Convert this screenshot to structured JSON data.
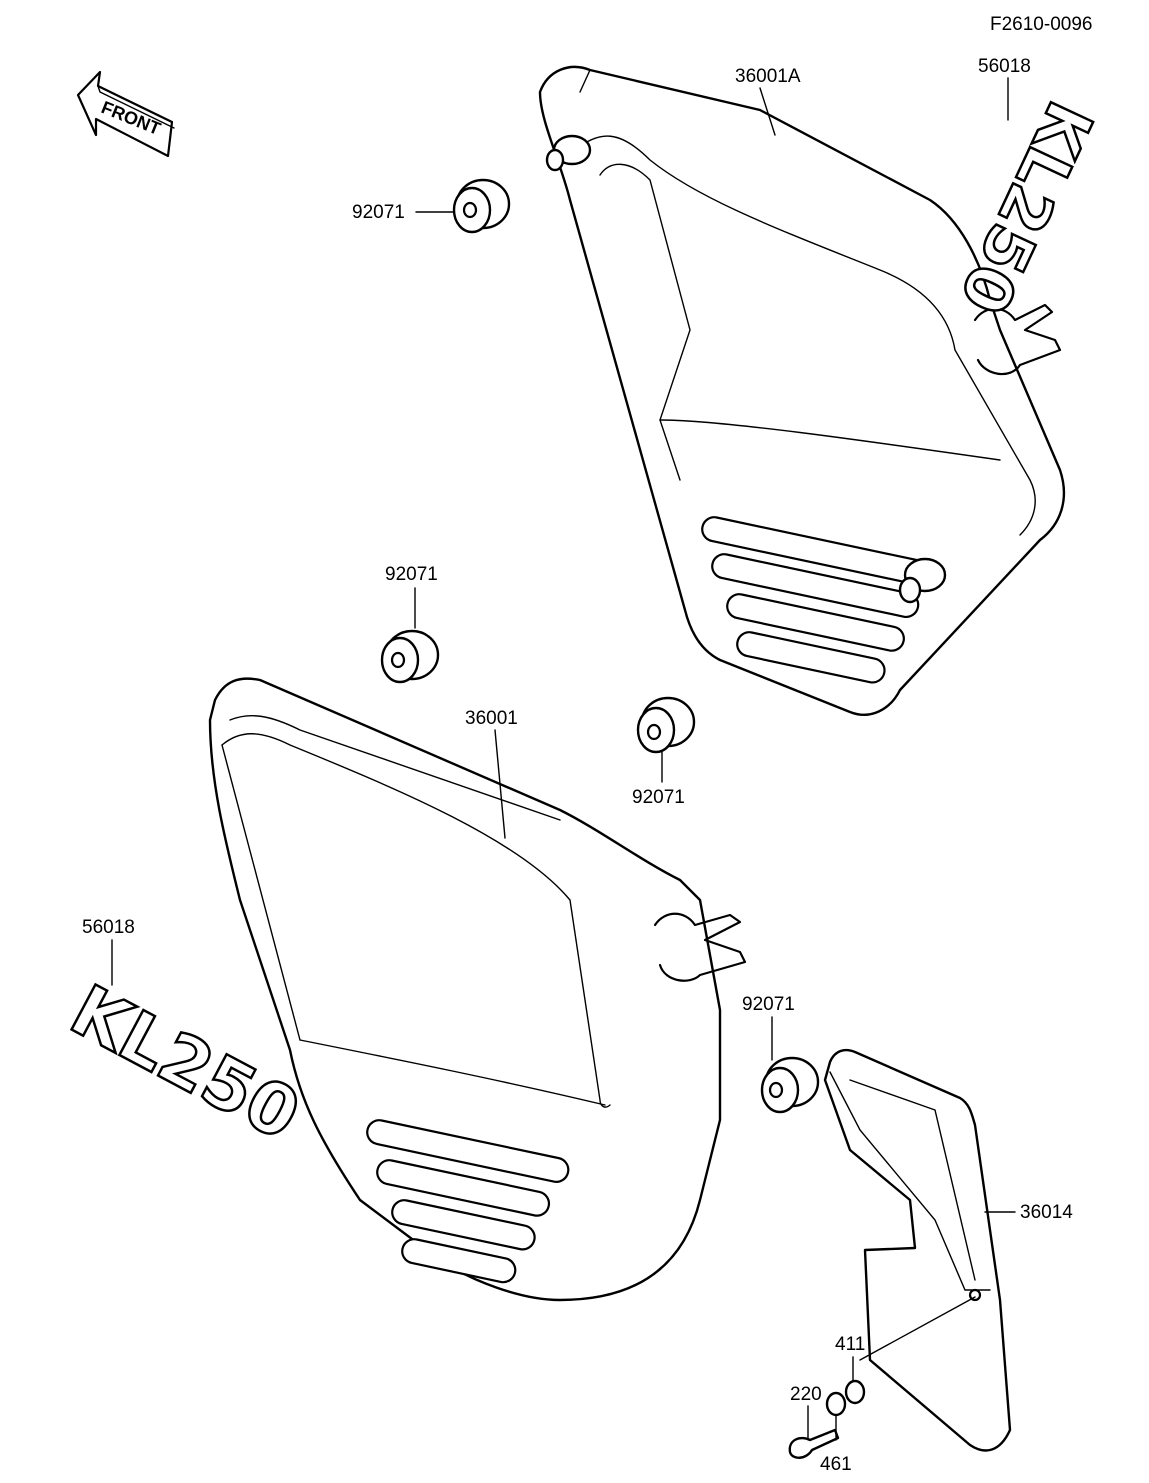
{
  "diagram_code": "F2610-0096",
  "front_arrow": {
    "label": "FRONT"
  },
  "parts": {
    "cover_right": "36001A",
    "cover_left": "36001",
    "emblem_top": "56018",
    "emblem_left": "56018",
    "grommet_1": "92071",
    "grommet_2": "92071",
    "grommet_3": "92071",
    "grommet_4": "92071",
    "guard": "36014",
    "screw": "220",
    "washer_a": "411",
    "washer_b": "461"
  },
  "emblem_text": {
    "top": "KL250",
    "left": "KL250"
  }
}
